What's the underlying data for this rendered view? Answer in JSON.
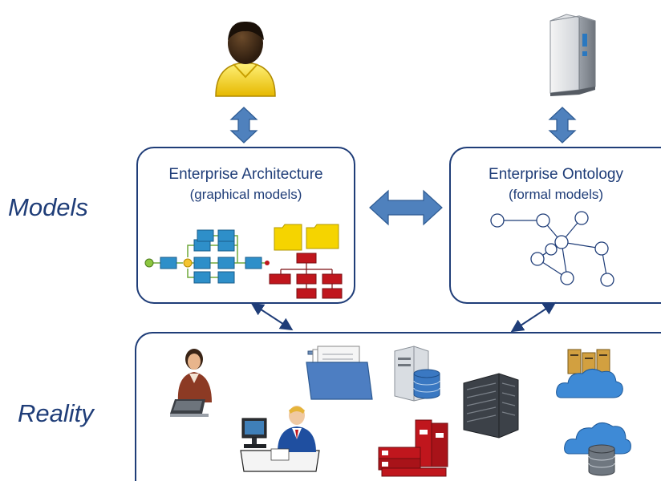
{
  "labels": {
    "models": "Models",
    "reality": "Reality"
  },
  "enterprise_architecture": {
    "title": "Enterprise Architecture",
    "subtitle": "(graphical models)"
  },
  "enterprise_ontology": {
    "title": "Enterprise Ontology",
    "subtitle": "(formal models)"
  },
  "colors": {
    "box_border": "#1f3d78",
    "label_text": "#1f3d78",
    "arrow_fill": "#4f81bd",
    "process_block": "#2e8fc9",
    "folder": "#f5d400",
    "org_chart": "#c0161d"
  },
  "icons": {
    "user": "user-icon",
    "server": "server-icon",
    "reality_items": [
      "woman-laptop-icon",
      "man-computer-icon",
      "folder-icon",
      "database-server-icon",
      "binders-icon",
      "server-rack-icon",
      "cloud-servers-icon",
      "cloud-database-icon"
    ]
  }
}
